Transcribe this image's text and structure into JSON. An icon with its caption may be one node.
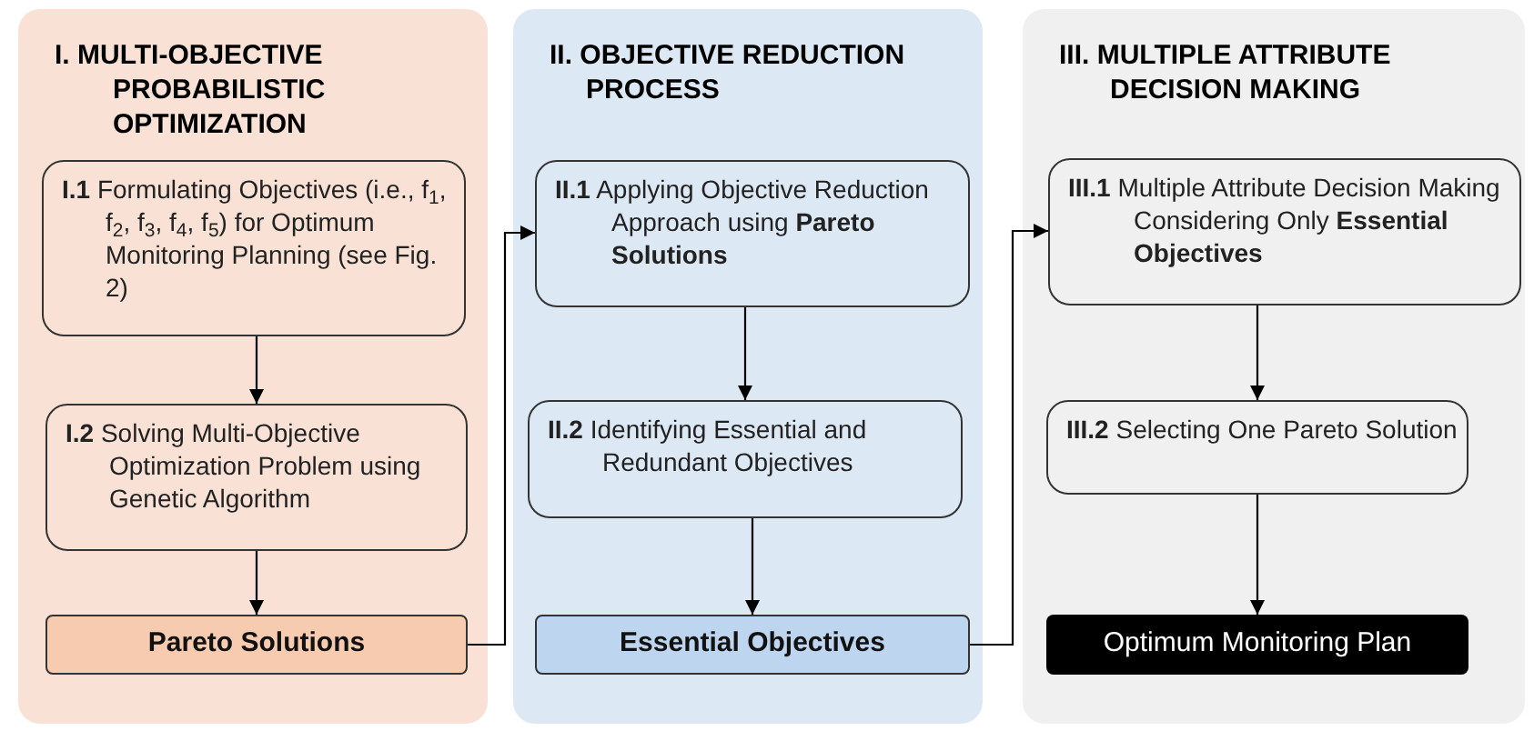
{
  "diagram": {
    "nodes": [
      {
        "text": [
          "I. MULTI-OBJECTIVE PROBABILISTIC OPTIMIZATION"
        ]
      },
      {
        "text": [
          "**I.1** Formulating Objectives (i.e., f$_{1}$, f$_{2}$, f$_{3}$, f$_{4}$, f$_{5}$) for Optimum Monitoring Planning (see Fig. 2)"
        ],
        "in": 0
      },
      {
        "text": [
          "**I.2** Solving Multi-Objective Optimization Problem using Genetic Algorithm"
        ],
        "in": 0
      },
      {
        "text": [
          "Pareto Solutions"
        ],
        "in": 0
      },
      {
        "text": [
          "II. OBJECTIVE REDUCTION PROCESS"
        ]
      },
      {
        "text": [
          "**II.1** Applying Objective Reduction Approach using **Pareto Solutions**"
        ],
        "in": 4
      },
      {
        "text": [
          "**II.2** Identifying Essential and Redundant Objectives"
        ],
        "in": 4
      },
      {
        "text": [
          "Essential Objectives"
        ],
        "in": 4
      },
      {
        "text": [
          "III. MULTIPLE ATTRIBUTE DECISION MAKING"
        ]
      },
      {
        "text": [
          "**III.1** Multiple Attribute Decision Making Considering Only **Essential Objectives**"
        ],
        "in": 8
      },
      {
        "text": [
          "**III.2** Selecting One Pareto Solution"
        ],
        "in": 8
      },
      {
        "text": [
          "Optimum Monitoring Plan"
        ],
        "in": 8
      }
    ],
    "edges": [
      {
        "from": 1,
        "to": 2,
        "arrow": "to"
      },
      {
        "from": 2,
        "to": 3,
        "arrow": "to"
      },
      {
        "from": 3,
        "to": 5,
        "arrow": "to"
      },
      {
        "from": 5,
        "to": 6,
        "arrow": "to"
      },
      {
        "from": 6,
        "to": 7,
        "arrow": "to"
      },
      {
        "from": 7,
        "to": 9,
        "arrow": "to"
      },
      {
        "from": 9,
        "to": 10,
        "arrow": "to"
      },
      {
        "from": 10,
        "to": 11,
        "arrow": "to"
      }
    ]
  }
}
